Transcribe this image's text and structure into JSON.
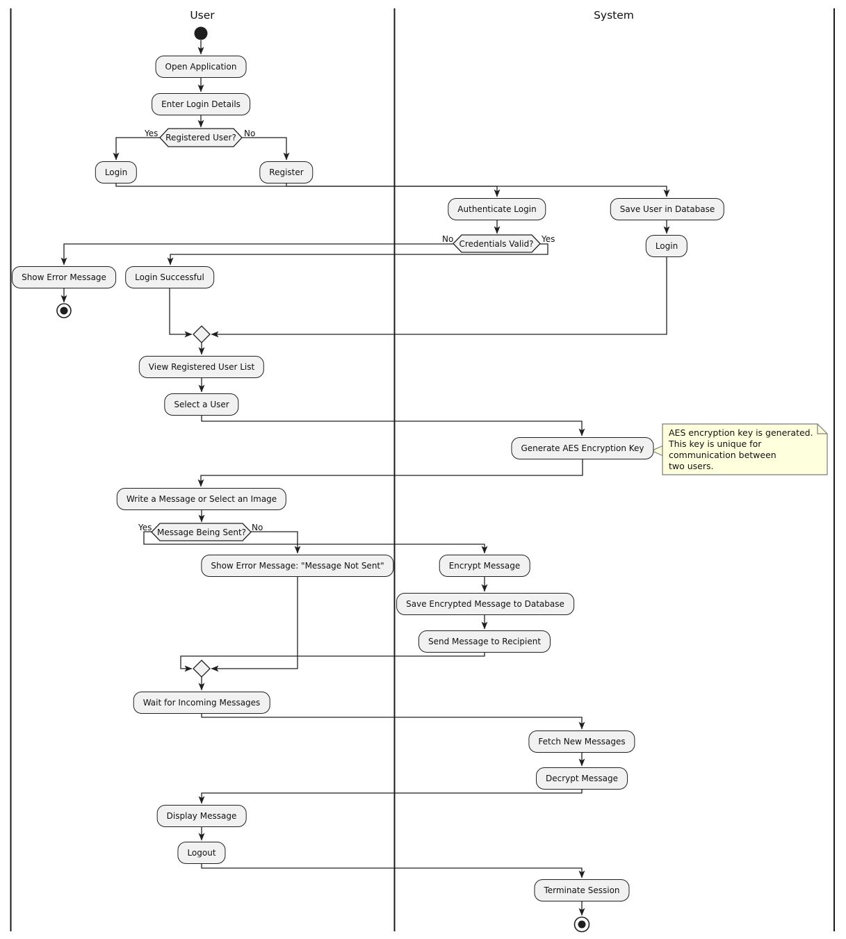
{
  "diagram": {
    "lanes": {
      "user": "User",
      "system": "System"
    },
    "activities": {
      "open_application": "Open Application",
      "enter_login_details": "Enter Login Details",
      "login_user": "Login",
      "register": "Register",
      "authenticate_login": "Authenticate Login",
      "save_user_in_database": "Save User in Database",
      "login_system": "Login",
      "show_error_message": "Show Error Message",
      "login_successful": "Login Successful",
      "view_registered_user_list": "View Registered User List",
      "select_a_user": "Select a User",
      "generate_aes_encryption_key": "Generate AES Encryption Key",
      "write_message_or_select_image": "Write a Message or Select an Image",
      "show_error_message_not_sent": "Show Error Message: \"Message Not Sent\"",
      "encrypt_message": "Encrypt Message",
      "save_encrypted_message": "Save Encrypted Message to Database",
      "send_message_to_recipient": "Send Message to Recipient",
      "wait_for_incoming_messages": "Wait for Incoming Messages",
      "fetch_new_messages": "Fetch New Messages",
      "decrypt_message": "Decrypt Message",
      "display_message": "Display Message",
      "logout": "Logout",
      "terminate_session": "Terminate Session"
    },
    "decisions": {
      "registered_user": "Registered User?",
      "credentials_valid": "Credentials Valid?",
      "message_being_sent": "Message Being Sent?"
    },
    "edge_labels": {
      "registered_user_yes": "Yes",
      "registered_user_no": "No",
      "credentials_valid_no": "No",
      "credentials_valid_yes": "Yes",
      "message_being_sent_yes": "Yes",
      "message_being_sent_no": "No"
    },
    "note": {
      "line1": "AES encryption key is generated.",
      "line2": "This key is unique for",
      "line3": "communication between",
      "line4": "two users."
    },
    "colors": {
      "activity_fill": "#F1F1F1",
      "activity_border": "#1F1F1F",
      "flow_line": "#1F1F1F",
      "note_fill": "#FEFFDD",
      "note_border": "#7B7B7B",
      "background": "#FFFFFF"
    }
  }
}
